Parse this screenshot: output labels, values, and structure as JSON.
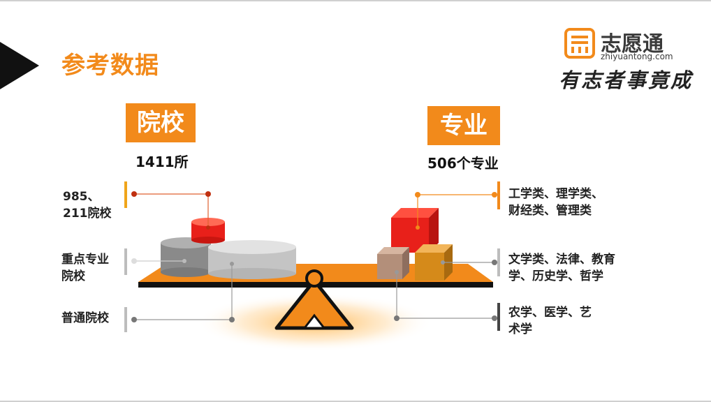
{
  "header": {
    "title": "参考数据",
    "logo": {
      "name": "志愿通",
      "domain": "zhiyuantong.com",
      "slogan": "有志者事竟成",
      "icon": "logo-icon"
    }
  },
  "colleges": {
    "heading": "院校",
    "count": "1411所",
    "tiers": [
      {
        "label_line1": "985、",
        "label_line2": "211院校",
        "color": "#f0a51a"
      },
      {
        "label_line1": "重点专业",
        "label_line2": "院校",
        "color": "#bdbdbd"
      },
      {
        "label_line1": "普通院校",
        "label_line2": "",
        "color": "#bdbdbd"
      }
    ]
  },
  "majors": {
    "heading": "专业",
    "count": "506个专业",
    "groups": [
      {
        "label_line1": "工学类、理学类、",
        "label_line2": "财经类、管理类",
        "color": "#f28a1b"
      },
      {
        "label_line1": "文学类、法律、教育",
        "label_line2": "学、历史学、哲学",
        "color": "#bdbdbd"
      },
      {
        "label_line1": "农学、医学、艺",
        "label_line2": "术学",
        "color": "#444444"
      }
    ]
  },
  "colors": {
    "accent": "#f28a1b",
    "red": "#e8201a",
    "gray": "#8a8a8a"
  }
}
